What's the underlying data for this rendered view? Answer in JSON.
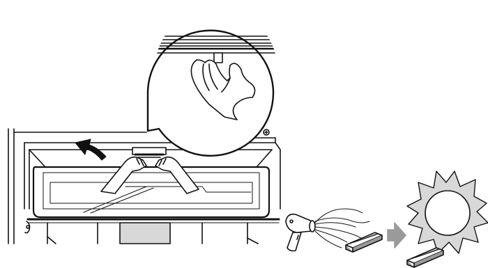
{
  "figure": {
    "kind": "instruction-illustration",
    "stroke_color": "#111111",
    "fill_color": "#ffffff",
    "accent_gray": "#9a9a9a",
    "light_gray": "#d8d8d8"
  },
  "steps": [
    {
      "action": "remove-filter-from-refrigerator",
      "icons": [
        "callout-magnifier-icon",
        "hands-icon",
        "lift-arrow-icon"
      ]
    },
    {
      "action": "blow-dry-filter",
      "icons": [
        "hair-dryer-icon",
        "filter-cartridge-icon"
      ]
    },
    {
      "action": "sun-dry-filter",
      "icons": [
        "next-arrow-icon",
        "sun-icon",
        "filter-cartridge-icon"
      ]
    }
  ]
}
